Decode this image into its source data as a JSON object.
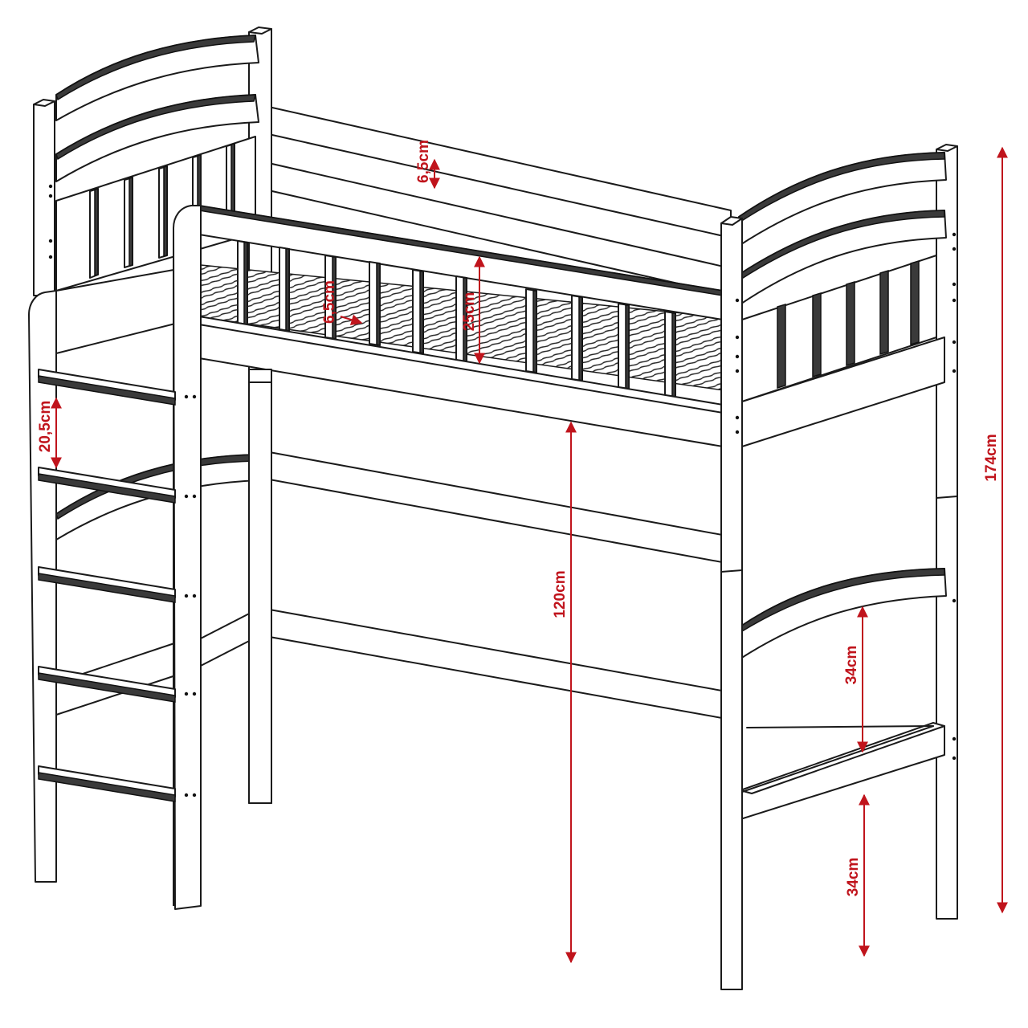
{
  "dimensions": [
    {
      "id": "top-rail-board-height",
      "label": "6,5cm"
    },
    {
      "id": "slat-gap",
      "label": "6,5cm"
    },
    {
      "id": "guard-rail-height",
      "label": "25cm"
    },
    {
      "id": "ladder-rung-spacing",
      "label": "20,5cm"
    },
    {
      "id": "clearance-under-bed",
      "label": "120cm"
    },
    {
      "id": "lower-rail-to-bed-rail",
      "label": "34cm"
    },
    {
      "id": "lower-rail-to-floor",
      "label": "34cm"
    },
    {
      "id": "total-height",
      "label": "174cm"
    }
  ],
  "colors": {
    "dimension": "#c0141c",
    "outline": "#1a1a1a",
    "background": "#ffffff"
  }
}
